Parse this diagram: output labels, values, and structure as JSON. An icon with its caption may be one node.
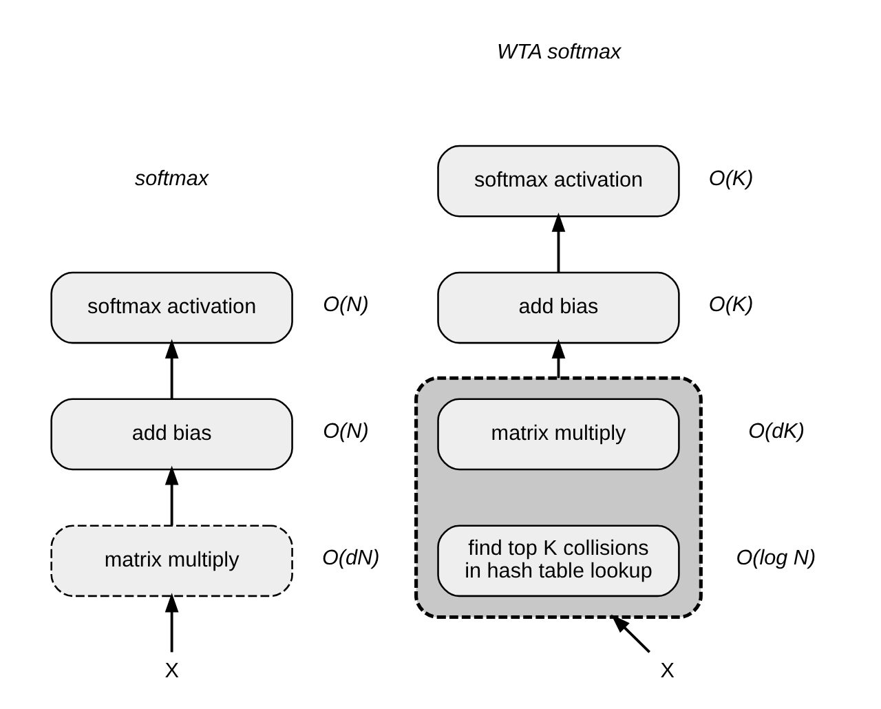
{
  "diagram": {
    "nodes": [
      {
        "text": [
          "softmax activation"
        ],
        "beside": [
          "O(N)"
        ]
      },
      {
        "text": [
          "add bias"
        ],
        "beside": [
          "O(N)"
        ]
      },
      {
        "text": [
          "matrix multiply"
        ],
        "beside": [
          "O(dN)"
        ]
      },
      {
        "text": [
          "X"
        ]
      },
      {
        "text": [
          "softmax activation"
        ],
        "beside": [
          "O(K)"
        ]
      },
      {
        "text": [
          "add bias"
        ],
        "beside": [
          "O(K)"
        ]
      },
      {
        "text": [],
        "shape": "box"
      },
      {
        "text": [
          "matrix multiply"
        ],
        "beside": [
          "O(dK)"
        ],
        "in": 6
      },
      {
        "text": [
          "find top K collisions in hash table lookup"
        ],
        "beside": [
          "O(log N)"
        ],
        "in": 6
      },
      {
        "text": [
          "X"
        ]
      }
    ],
    "edges": [
      {
        "from": 3,
        "to": 2,
        "arrow": "to"
      },
      {
        "from": 2,
        "to": 1,
        "arrow": "to"
      },
      {
        "from": 1,
        "to": 0,
        "arrow": "to"
      },
      {
        "from": 9,
        "to": 6,
        "arrow": "to"
      },
      {
        "from": 6,
        "to": 5,
        "arrow": "to"
      },
      {
        "from": 5,
        "to": 4,
        "arrow": "to"
      }
    ],
    "labels": [
      "softmax",
      "WTA softmax"
    ]
  }
}
